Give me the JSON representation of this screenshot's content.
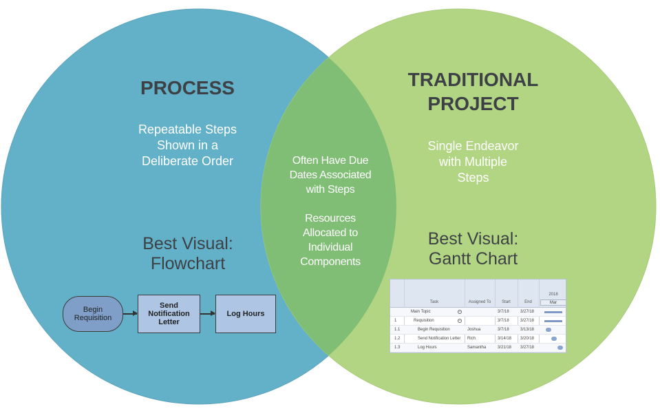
{
  "colors": {
    "process_circle": "#62b1c8",
    "project_circle": "#b2d583",
    "overlap": "#80be75",
    "title_text": "#3d4045",
    "flow_terminal": "#7f9ec8",
    "flow_process": "#aec5e3"
  },
  "process": {
    "title": "PROCESS",
    "description_lines": [
      "Repeatable Steps",
      "Shown in a",
      "Deliberate Order"
    ],
    "best_visual_lines": [
      "Best Visual:",
      "Flowchart"
    ]
  },
  "project": {
    "title_lines": [
      "TRADITIONAL",
      "PROJECT"
    ],
    "description_lines": [
      "Single Endeavor",
      "with Multiple",
      "Steps"
    ],
    "best_visual_lines": [
      "Best Visual:",
      "Gantt Chart"
    ]
  },
  "overlap": {
    "block1_lines": [
      "Often Have Due",
      "Dates Associated",
      "with Steps"
    ],
    "block2_lines": [
      "Resources",
      "Allocated to",
      "Individual",
      "Components"
    ]
  },
  "flowchart": {
    "nodes": [
      {
        "lines": [
          "Begin",
          "Requisition"
        ],
        "shape": "terminal"
      },
      {
        "lines": [
          "Send",
          "Notification",
          "Letter"
        ],
        "shape": "process"
      },
      {
        "lines": [
          "Log Hours"
        ],
        "shape": "process"
      }
    ]
  },
  "gantt": {
    "headers": {
      "task": "Task",
      "assigned": "Assigned To",
      "start": "Start",
      "end": "End"
    },
    "year": "2018",
    "month": "Mar",
    "rows": [
      {
        "id": "",
        "task": "Main Topic",
        "assigned": "",
        "start": "3/7/18",
        "end": "3/27/18",
        "mark": "−"
      },
      {
        "id": "1",
        "task": "Requisition",
        "assigned": "",
        "start": "3/7/18",
        "end": "3/27/18",
        "mark": "−"
      },
      {
        "id": "1.1",
        "task": "Begin Requisition",
        "assigned": "Joshua",
        "start": "3/7/18",
        "end": "3/13/18",
        "mark": ""
      },
      {
        "id": "1.2",
        "task": "Send Notification Letter",
        "assigned": "Rich",
        "start": "3/14/18",
        "end": "3/20/18",
        "mark": ""
      },
      {
        "id": "1.3",
        "task": "Log Hours",
        "assigned": "Samantha",
        "start": "3/21/18",
        "end": "3/27/18",
        "mark": ""
      }
    ]
  }
}
